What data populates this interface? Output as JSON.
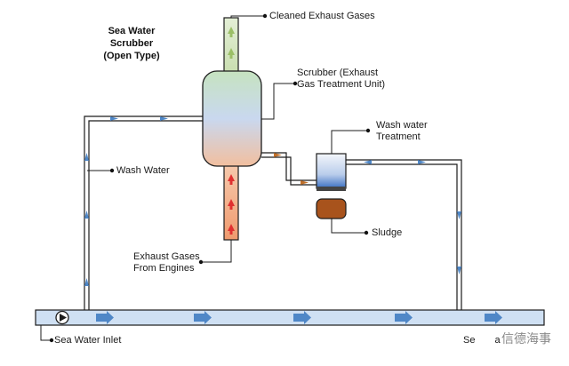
{
  "title": {
    "line1": "Sea Water Scrubber",
    "line2": "(Open Type)"
  },
  "labels": {
    "cleaned_exhaust": "Cleaned  Exhaust Gases",
    "scrubber_line1": "Scrubber (Exhaust",
    "scrubber_line2": "Gas Treatment Unit)",
    "wash_water": "Wash Water",
    "wash_treatment_line1": "Wash water",
    "wash_treatment_line2": "Treatment",
    "sludge": "Sludge",
    "exhaust_in_line1": "Exhaust Gases",
    "exhaust_in_line2": "From Engines",
    "sea_water_inlet": "Sea Water Inlet",
    "outlet_partial": "Se",
    "outlet_partial2": "a",
    "watermark": "信德海事"
  },
  "colors": {
    "pipe_outline": "#1c1c1c",
    "main_pipe_fill": "#cfe0f3",
    "arrow_blue": "#4f87c7",
    "exhaust_red": "#e03030",
    "exhaust_pipe_top": "#f2b89a",
    "clean_gas_pipe": "#dbe9c6",
    "clean_gas_arrow": "#9bbf66",
    "discharge_orange": "#c0702b",
    "sludge_fill": "#a8531c"
  }
}
